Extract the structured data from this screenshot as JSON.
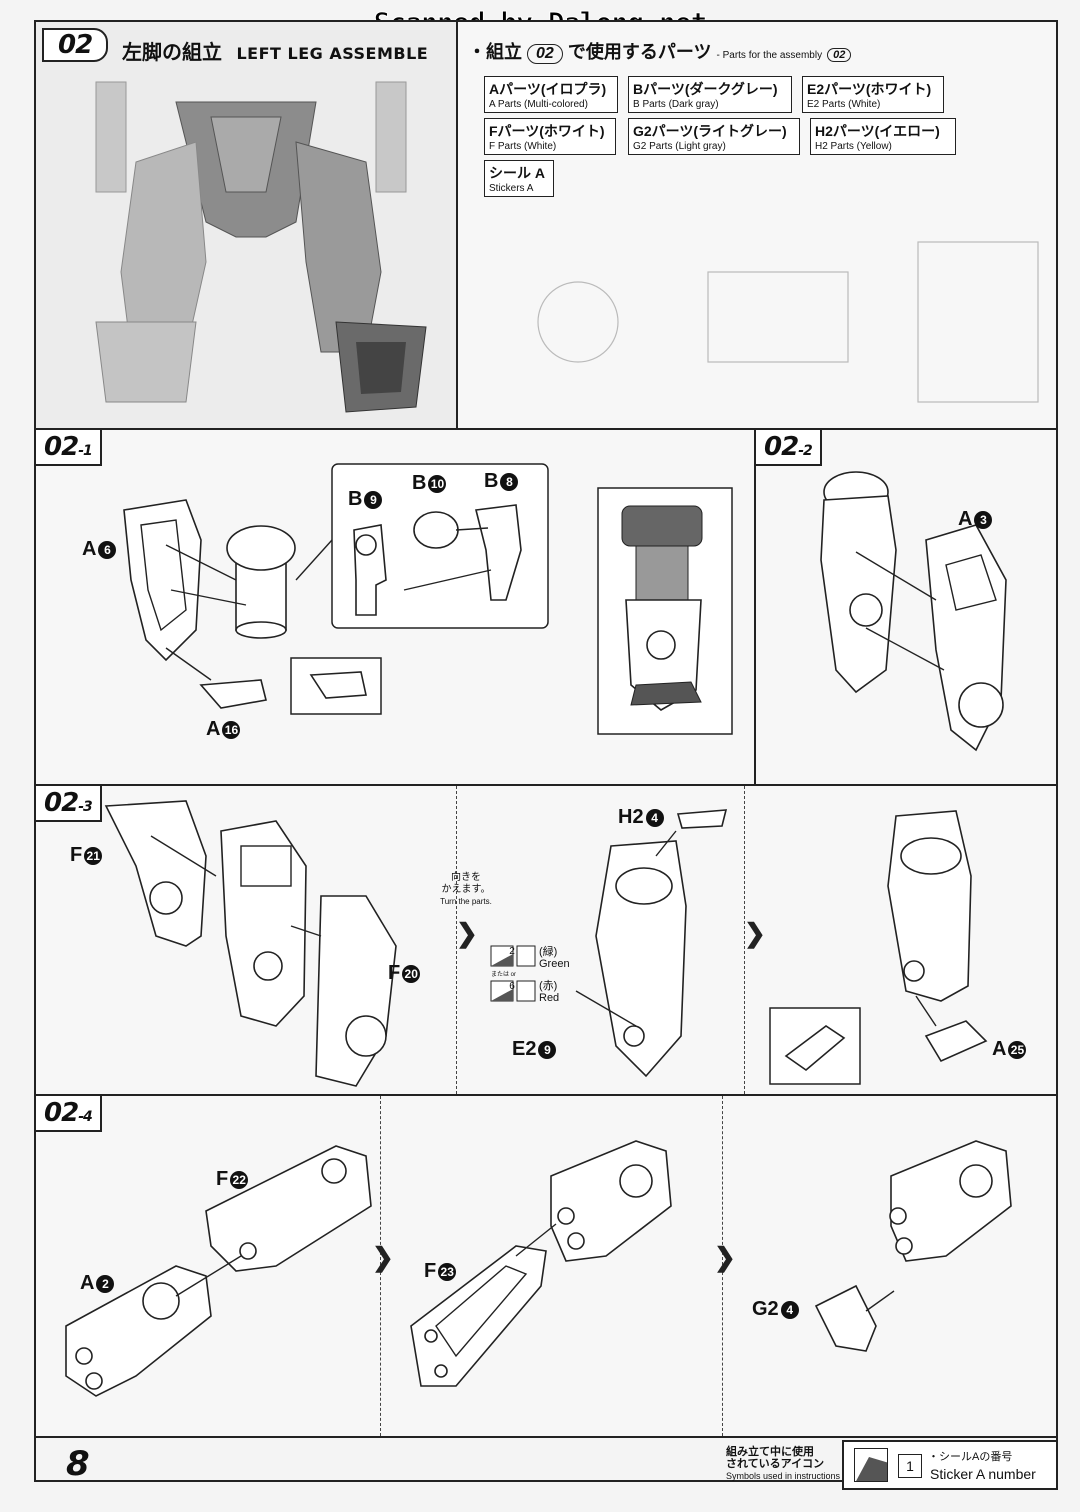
{
  "watermark": "Scanned by Dalong.net",
  "header": {
    "step_number": "02",
    "title_jp": "左脚の組立",
    "title_en": "LEFT LEG ASSEMBLE"
  },
  "parts_header": {
    "label_jp": "・組立",
    "step": "02",
    "suffix_jp": "で使用するパーツ",
    "label_en": "- Parts for the assembly",
    "step_en": "02"
  },
  "parts": [
    {
      "jp": "Aパーツ(イロプラ)",
      "en": "A Parts (Multi-colored)"
    },
    {
      "jp": "Bパーツ(ダークグレー)",
      "en": "B Parts (Dark gray)"
    },
    {
      "jp": "E2パーツ(ホワイト)",
      "en": "E2 Parts (White)"
    },
    {
      "jp": "Fパーツ(ホワイト)",
      "en": "F Parts (White)"
    },
    {
      "jp": "G2パーツ(ライトグレー)",
      "en": "G2 Parts (Light gray)"
    },
    {
      "jp": "H2パーツ(イエロー)",
      "en": "H2 Parts (Yellow)"
    },
    {
      "jp": "シール A",
      "en": "Stickers A"
    }
  ],
  "steps": {
    "s1": {
      "main": "02",
      "sub": "-1"
    },
    "s2": {
      "main": "02",
      "sub": "-2"
    },
    "s3": {
      "main": "02",
      "sub": "-3"
    },
    "s4": {
      "main": "02",
      "sub": "-4"
    }
  },
  "callouts": {
    "a6": {
      "letter": "A",
      "num": "6"
    },
    "a16": {
      "letter": "A",
      "num": "16"
    },
    "b9": {
      "letter": "B",
      "num": "9"
    },
    "b10": {
      "letter": "B",
      "num": "10"
    },
    "b8": {
      "letter": "B",
      "num": "8"
    },
    "a3": {
      "letter": "A",
      "num": "3"
    },
    "f21": {
      "letter": "F",
      "num": "21"
    },
    "f20": {
      "letter": "F",
      "num": "20"
    },
    "h24": {
      "letter": "H2",
      "num": "4"
    },
    "e29": {
      "letter": "E2",
      "num": "9"
    },
    "a25": {
      "letter": "A",
      "num": "25"
    },
    "f22": {
      "letter": "F",
      "num": "22"
    },
    "a2": {
      "letter": "A",
      "num": "2"
    },
    "f23": {
      "letter": "F",
      "num": "23"
    },
    "g24": {
      "letter": "G2",
      "num": "4"
    }
  },
  "turn_note": {
    "jp1": "向きを",
    "jp2": "かえます。",
    "en": "Turn the parts."
  },
  "sticker_options": [
    {
      "num": "2",
      "jp": "(緑)",
      "en": "Green"
    },
    {
      "num": "6",
      "jp": "(赤)",
      "en": "Red"
    }
  ],
  "sticker_or": "または or",
  "footer": {
    "page_number": "8",
    "legend_jp1": "組み立て中に使用",
    "legend_jp2": "されているアイコン",
    "legend_en": "Symbols used in instructions",
    "legend_num": "1",
    "legend_label_jp": "・シールAの番号",
    "legend_label_en": "Sticker A number"
  }
}
